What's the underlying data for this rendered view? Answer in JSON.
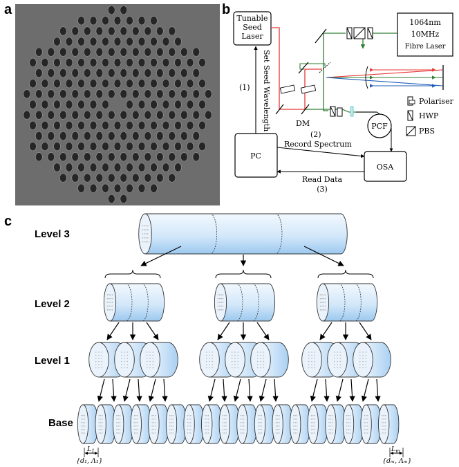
{
  "panels": {
    "a": "a",
    "b": "b",
    "c": "c"
  },
  "setup": {
    "tunable_laser": [
      "Tunable",
      "Seed",
      "Laser"
    ],
    "fibre_laser": [
      "1064nm",
      "10MHz",
      "Fibre Laser"
    ],
    "set_wavelength": "Set Seed Wavelength",
    "step1": "(1)",
    "dm": "DM",
    "step2": "(2)",
    "pcf": "PCF",
    "pc": "PC",
    "osa": "OSA",
    "record_spectrum": "Record Spectrum",
    "read_data": "Read Data",
    "step3": "(3)",
    "legend": {
      "polariser": "Polariser",
      "hwp": "HWP",
      "pbs": "PBS"
    }
  },
  "hierarchy": {
    "levels": [
      "Level 3",
      "Level 2",
      "Level 1",
      "Base"
    ],
    "l1": "L",
    "l1_sub": "1",
    "lm": "L",
    "lm_sub": "m",
    "param_left": "{d₁, Λ₁}",
    "param_right": "{dₘ, Λₘ}"
  },
  "colors": {
    "red": "#e53935",
    "green": "#2e7d32",
    "blue": "#1e5bb8",
    "cyl_light": "#e8f3fd",
    "cyl_dark": "#9dcaf0"
  }
}
